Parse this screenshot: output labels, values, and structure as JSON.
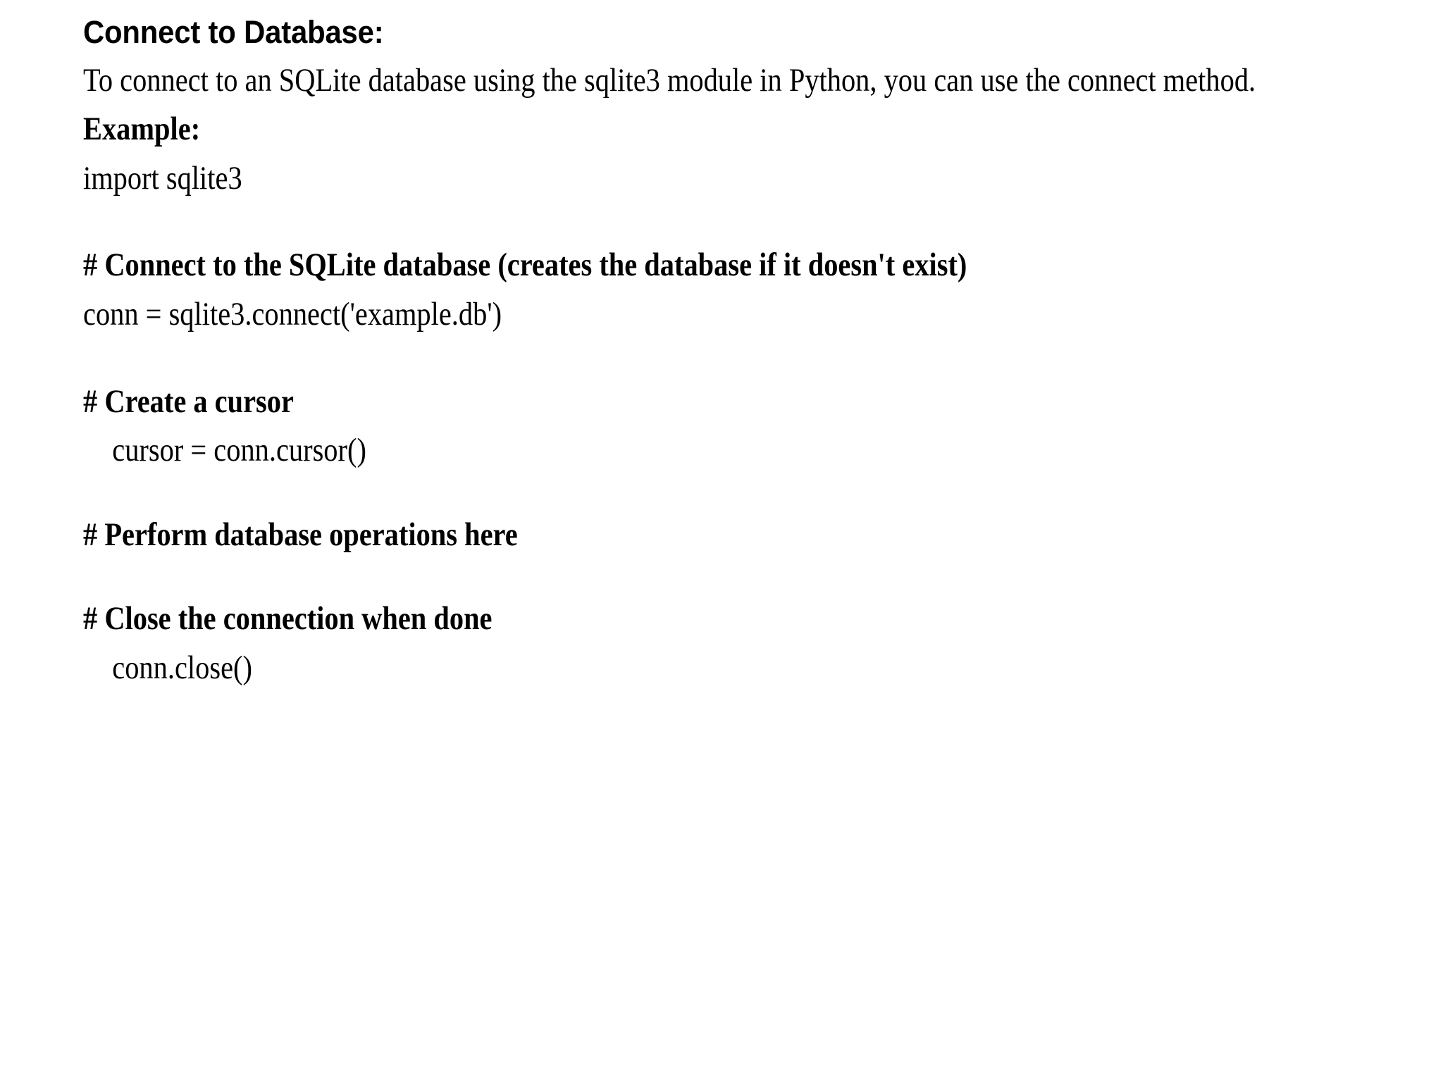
{
  "slide": {
    "background_color": "#ffffff",
    "text_color": "#000000",
    "title": "Connect to Database:",
    "intro_paragraph": "To connect to an SQLite database using the sqlite3 module in Python, you can use the connect method.",
    "example_label": "Example:",
    "code_block": {
      "import_line": "import sqlite3",
      "comment_connect": "# Connect to the SQLite database (creates the database if it doesn't exist)",
      "code_connect": "conn = sqlite3.connect('example.db')",
      "comment_cursor": "# Create a cursor",
      "code_cursor": "cursor = conn.cursor()",
      "comment_operations": "# Perform database operations here",
      "comment_close": "# Close the connection when done",
      "code_close": "conn.close()"
    }
  }
}
